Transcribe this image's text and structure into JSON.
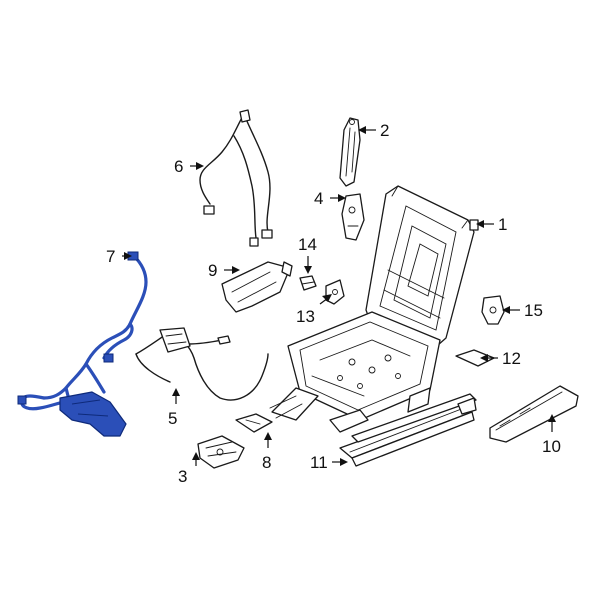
{
  "colors": {
    "line": "#1a1a1a",
    "highlight_fill": "#2b4fb8",
    "highlight_stroke": "#0e2a7a",
    "background": "#ffffff"
  },
  "callouts": {
    "c1": "1",
    "c2": "2",
    "c3": "3",
    "c4": "4",
    "c5": "5",
    "c6": "6",
    "c7": "7",
    "c8": "8",
    "c9": "9",
    "c10": "10",
    "c11": "11",
    "c12": "12",
    "c13": "13",
    "c14": "14",
    "c15": "15"
  },
  "highlighted_part": "7"
}
